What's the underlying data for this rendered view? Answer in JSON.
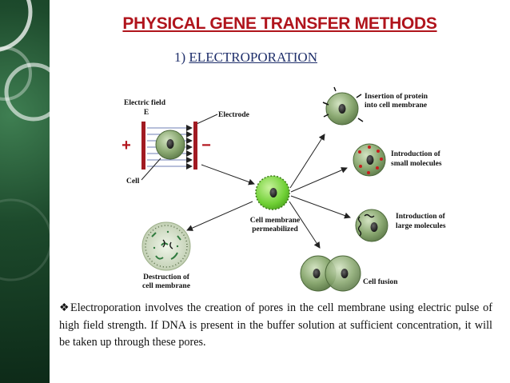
{
  "slide": {
    "title": "PHYSICAL GENE TRANSFER METHODS",
    "subtitle_number": "1)",
    "subtitle_text": "ELECTROPORATION",
    "body_bullet": "❖",
    "body_text": "Electroporation involves the creation of pores in the cell membrane using electric pulse of high field strength. If DNA is present in the buffer solution at sufficient concentration, it will be taken up through these pores."
  },
  "diagram": {
    "electric_field_label": "Electric field",
    "field_symbol": "E",
    "electrode_label": "Electrode",
    "plus_sign": "+",
    "minus_sign": "−",
    "cell_label": "Cell",
    "permeabilized_line1": "Cell membrane",
    "permeabilized_line2": "permeabilized",
    "destruction_line1": "Destruction of",
    "destruction_line2": "cell membrane",
    "protein_line1": "Insertion of protein",
    "protein_line2": "into cell membrane",
    "small_line1": "Introduction of",
    "small_line2": "small molecules",
    "large_line1": "Introduction of",
    "large_line2": "large molecules",
    "fusion_label": "Cell fusion",
    "colors": {
      "title_red": "#b0141c",
      "subtitle_blue": "#1f2f6b",
      "electrode_red": "#a11a22",
      "cell_green": "#7c9a63",
      "permeabilized_green": "#7ed63c"
    }
  }
}
